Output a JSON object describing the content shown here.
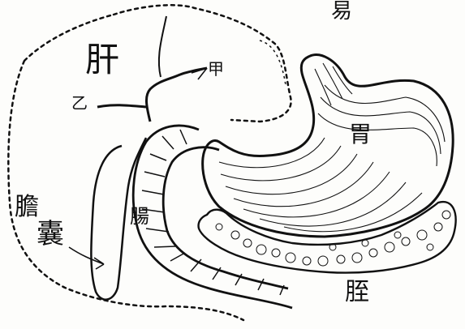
{
  "labels": {
    "liver": "肝",
    "stomach": "胃",
    "gallbladder_1": "膽",
    "gallbladder_2": "囊",
    "duodenum": "腸",
    "pancreas": "胵",
    "duct_jia": "甲",
    "duct_yi": "乙",
    "corner_glyph": "易"
  },
  "colors": {
    "ink": "#111111",
    "paper": "#fdfdfb"
  }
}
